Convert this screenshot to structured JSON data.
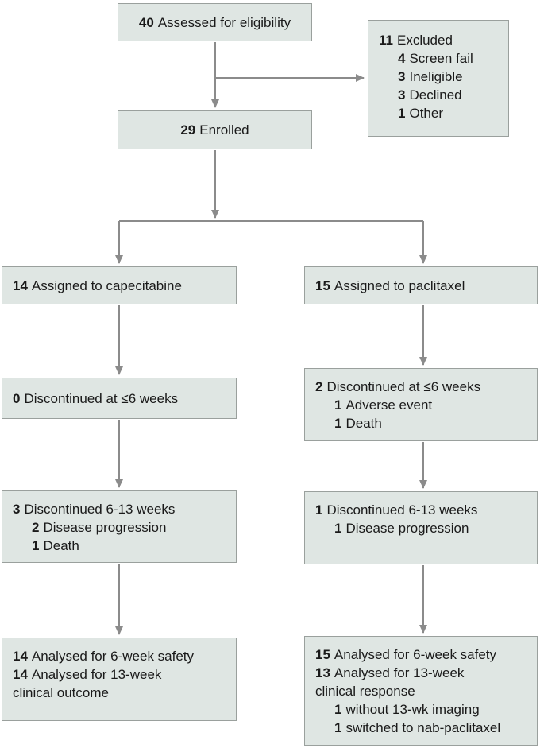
{
  "diagram": {
    "type": "consort-flowchart",
    "colors": {
      "box_fill": "#dfe6e3",
      "box_border": "#9aa09d",
      "arrow": "#8b8b8b",
      "text": "#1a1a1a"
    },
    "boxes": [
      {
        "name": "assessed",
        "lines": [
          {
            "num": "40",
            "text": "Assessed for eligibility"
          }
        ]
      },
      {
        "name": "excluded",
        "lines": [
          {
            "num": "11",
            "text": "Excluded"
          },
          {
            "num": "4",
            "text": "Screen fail"
          },
          {
            "num": "3",
            "text": "Ineligible"
          },
          {
            "num": "3",
            "text": "Declined"
          },
          {
            "num": "1",
            "text": "Other"
          }
        ]
      },
      {
        "name": "enrolled",
        "lines": [
          {
            "num": "29",
            "text": "Enrolled"
          }
        ]
      },
      {
        "name": "assigned-capecitabine",
        "lines": [
          {
            "num": "14",
            "text": "Assigned to capecitabine"
          }
        ]
      },
      {
        "name": "assigned-paclitaxel",
        "lines": [
          {
            "num": "15",
            "text": "Assigned to paclitaxel"
          }
        ]
      },
      {
        "name": "capecitabine-discontinued-6wk",
        "lines": [
          {
            "num": "0",
            "text": "Discontinued at ≤6 weeks"
          }
        ]
      },
      {
        "name": "paclitaxel-discontinued-6wk",
        "lines": [
          {
            "num": "2",
            "text": "Discontinued at ≤6 weeks"
          },
          {
            "num": "1",
            "text": "Adverse event"
          },
          {
            "num": "1",
            "text": "Death"
          }
        ]
      },
      {
        "name": "capecitabine-discontinued-6-13wk",
        "lines": [
          {
            "num": "3",
            "text": "Discontinued 6-13 weeks"
          },
          {
            "num": "2",
            "text": "Disease progression"
          },
          {
            "num": "1",
            "text": "Death"
          }
        ]
      },
      {
        "name": "paclitaxel-discontinued-6-13wk",
        "lines": [
          {
            "num": "1",
            "text": "Discontinued 6-13 weeks"
          },
          {
            "num": "1",
            "text": "Disease progression"
          }
        ]
      },
      {
        "name": "capecitabine-analysed",
        "lines": [
          {
            "num": "14",
            "text": "Analysed for 6-week safety"
          },
          {
            "num": "14",
            "text": "Analysed for 13-week"
          },
          {
            "num": "",
            "text": "clinical outcome"
          }
        ]
      },
      {
        "name": "paclitaxel-analysed",
        "lines": [
          {
            "num": "15",
            "text": "Analysed for 6-week safety"
          },
          {
            "num": "13",
            "text": "Analysed for 13-week"
          },
          {
            "num": "",
            "text": "clinical response"
          },
          {
            "num": "1",
            "text": "without 13-wk imaging"
          },
          {
            "num": "1",
            "text": "switched to nab-paclitaxel"
          }
        ]
      }
    ],
    "edges": [
      {
        "from": "assessed",
        "to": "excluded"
      },
      {
        "from": "assessed",
        "to": "enrolled"
      },
      {
        "from": "enrolled",
        "to": "assigned-capecitabine"
      },
      {
        "from": "enrolled",
        "to": "assigned-paclitaxel"
      },
      {
        "from": "assigned-capecitabine",
        "to": "capecitabine-discontinued-6wk"
      },
      {
        "from": "assigned-paclitaxel",
        "to": "paclitaxel-discontinued-6wk"
      },
      {
        "from": "capecitabine-discontinued-6wk",
        "to": "capecitabine-discontinued-6-13wk"
      },
      {
        "from": "paclitaxel-discontinued-6wk",
        "to": "paclitaxel-discontinued-6-13wk"
      },
      {
        "from": "capecitabine-discontinued-6-13wk",
        "to": "capecitabine-analysed"
      },
      {
        "from": "paclitaxel-discontinued-6-13wk",
        "to": "paclitaxel-analysed"
      }
    ]
  }
}
